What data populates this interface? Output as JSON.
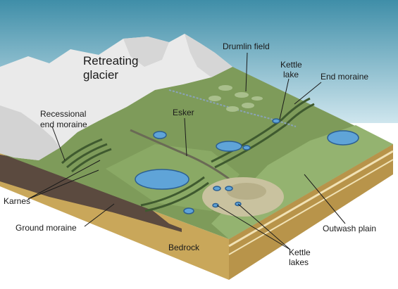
{
  "diagram": {
    "title_line1": "Retreating",
    "title_line2": "glacier",
    "labels": {
      "drumlin_field": "Drumlin field",
      "kettle_lake_line1": "Kettle",
      "kettle_lake_line2": "lake",
      "end_moraine": "End moraine",
      "recessional_line1": "Recessional",
      "recessional_line2": "end moraine",
      "esker": "Esker",
      "karnes": "Karnes",
      "ground_moraine": "Ground moraine",
      "outwash_plain": "Outwash plain",
      "bedrock": "Bedrock",
      "kettle_lakes_line1": "Kettle",
      "kettle_lakes_line2": "lakes"
    }
  }
}
